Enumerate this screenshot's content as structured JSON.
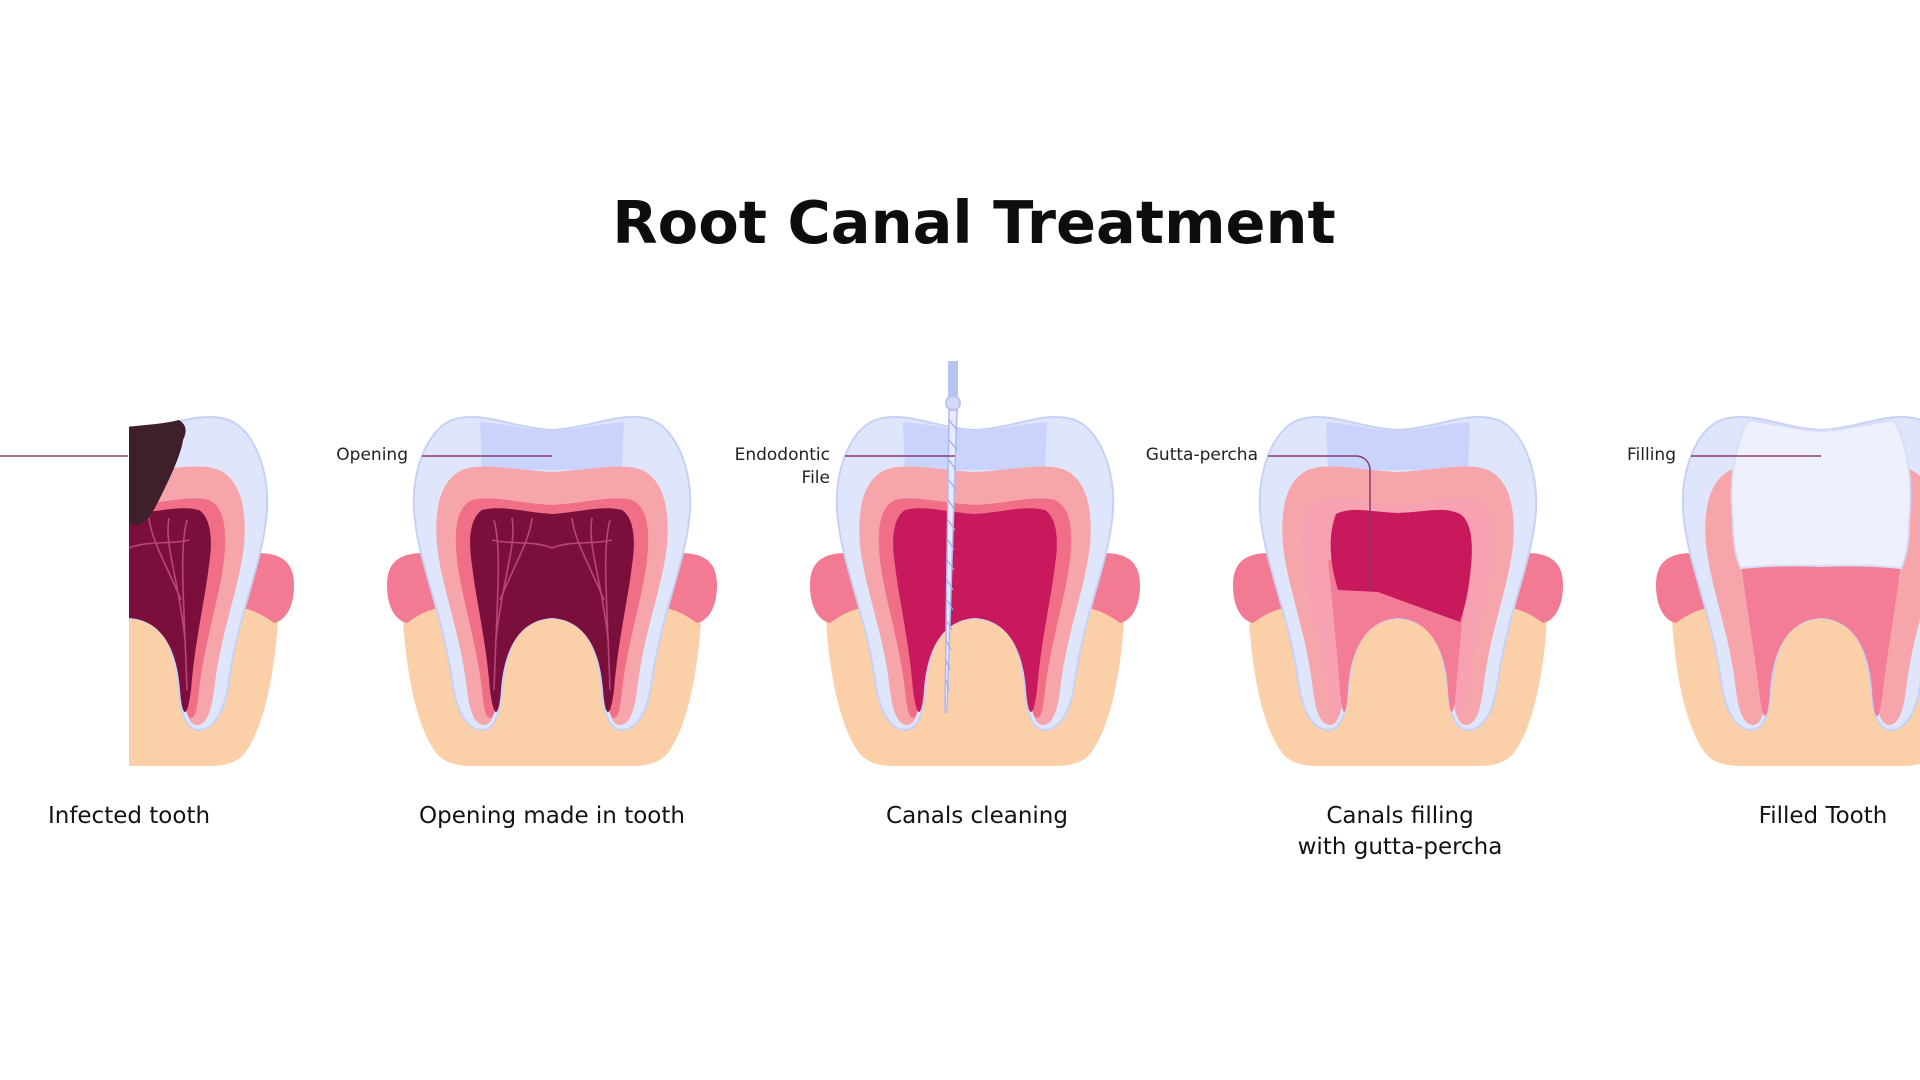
{
  "title": "Root Canal Treatment",
  "colors": {
    "enamel": "#dfe5fb",
    "enamel_edge": "#c3cdf4",
    "dentin": "#f6a6ab",
    "gum": "#f27a92",
    "bone": "#fbd0a8",
    "pulp": "#c8195d",
    "pulp_infected": "#7a0f3c",
    "decay": "#3f1f2b",
    "callout_line": "#8b3d6c",
    "file_blue": "#b9c3f2"
  },
  "stages": [
    {
      "label": "Infected tooth",
      "state": "infected"
    },
    {
      "label": "Opening made in tooth",
      "state": "opening",
      "callout": "Opening"
    },
    {
      "label": "Canals cleaning",
      "state": "cleaning",
      "callout": "Endodontic\nFile"
    },
    {
      "label": "Canals filling\nwith gutta-percha",
      "state": "filling",
      "callout": "Gutta-percha"
    },
    {
      "label": "Filled Tooth",
      "state": "filled",
      "callout": "Filling"
    }
  ]
}
